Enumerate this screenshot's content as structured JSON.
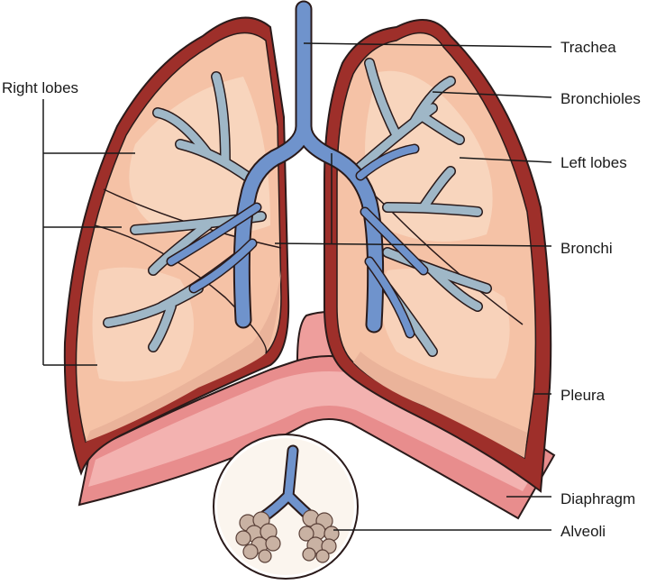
{
  "labels": {
    "trachea": "Trachea",
    "bronchioles": "Bronchioles",
    "left_lobes": "Left lobes",
    "bronchi": "Bronchi",
    "pleura": "Pleura",
    "diaphragm": "Diaphragm",
    "alveoli": "Alveoli",
    "right_lobes": "Right lobes"
  },
  "colors": {
    "pleura": "#9e2f2a",
    "pleura_dark": "#7d1f1c",
    "lobe": "#f5c2a6",
    "lobe_light": "#f9d9c3",
    "lobe_shade": "#eab39a",
    "airway": "#6f93cc",
    "bronchiole": "#9fb7c7",
    "diaphragm": "#e88d8d",
    "diaphragm_light": "#f3b2b0",
    "alveoli": "#c9b2a3",
    "outline": "#2a1a1a",
    "leader": "#1a1a1a"
  }
}
